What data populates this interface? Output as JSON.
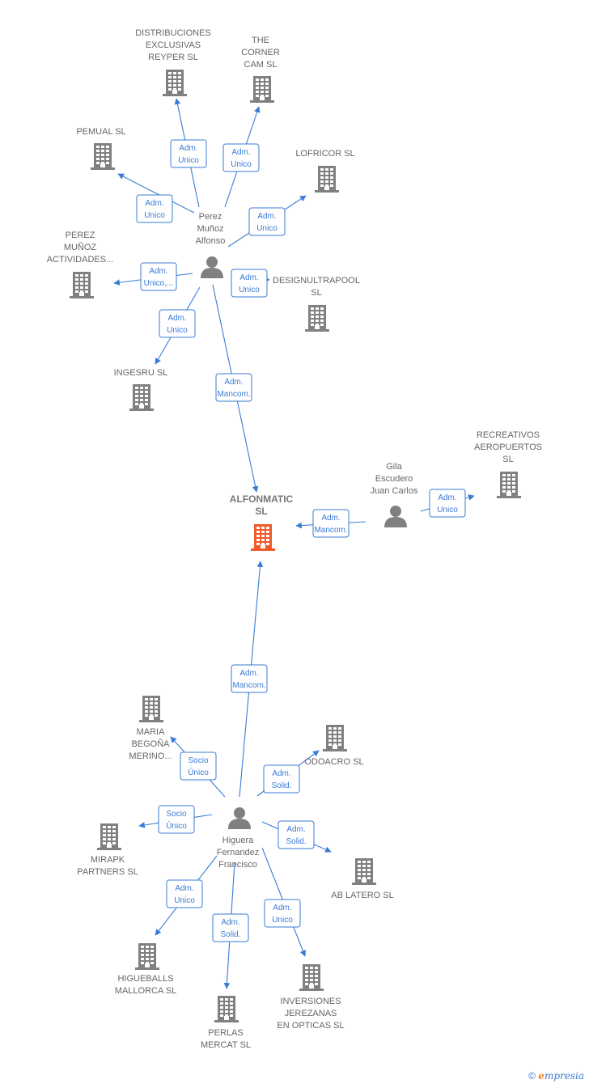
{
  "colors": {
    "edge": "#3a7bd5",
    "node": "#808080",
    "main_node": "#f05a28",
    "text": "#666666"
  },
  "nodes": [
    {
      "id": "distribuciones",
      "type": "company",
      "label": [
        "DISTRIBUCIONES",
        "EXCLUSIVAS",
        "REYPER  SL"
      ]
    },
    {
      "id": "corner",
      "type": "company",
      "label": [
        "THE",
        "CORNER",
        "CAM  SL"
      ]
    },
    {
      "id": "pemual",
      "type": "company",
      "label": [
        "PEMUAL  SL"
      ]
    },
    {
      "id": "lofricor",
      "type": "company",
      "label": [
        "LOFRICOR  SL"
      ]
    },
    {
      "id": "perez_munoz_act",
      "type": "company",
      "label": [
        "PEREZ",
        "MUÑOZ",
        "ACTIVIDADES..."
      ]
    },
    {
      "id": "perez",
      "type": "person",
      "label": [
        "Perez",
        "Muñoz",
        "Alfonso"
      ]
    },
    {
      "id": "designultrapool",
      "type": "company",
      "label": [
        "DESIGNULTRAPOOL",
        "SL"
      ]
    },
    {
      "id": "ingesru",
      "type": "company",
      "label": [
        "INGESRU  SL"
      ]
    },
    {
      "id": "recreativos",
      "type": "company",
      "label": [
        "RECREATIVOS",
        "AEROPUERTOS",
        "SL"
      ]
    },
    {
      "id": "gila",
      "type": "person",
      "label": [
        "Gila",
        "Escudero",
        "Juan Carlos"
      ]
    },
    {
      "id": "alfonmatic",
      "type": "main",
      "label": [
        "ALFONMATIC",
        "SL"
      ]
    },
    {
      "id": "maria",
      "type": "company",
      "label": [
        "MARIA",
        "BEGOÑA",
        "MERINO..."
      ]
    },
    {
      "id": "odoacro",
      "type": "company",
      "label": [
        "ODOACRO SL"
      ]
    },
    {
      "id": "higuera",
      "type": "person",
      "label": [
        "Higuera",
        "Fernandez",
        "Francisco"
      ]
    },
    {
      "id": "mirapk",
      "type": "company",
      "label": [
        "MIRAPK",
        "PARTNERS  SL"
      ]
    },
    {
      "id": "ablatero",
      "type": "company",
      "label": [
        "AB LATERO SL"
      ]
    },
    {
      "id": "higueballs",
      "type": "company",
      "label": [
        "HIGUEBALLS",
        "MALLORCA  SL"
      ]
    },
    {
      "id": "perlas",
      "type": "company",
      "label": [
        "PERLAS",
        "MERCAT  SL"
      ]
    },
    {
      "id": "inversiones",
      "type": "company",
      "label": [
        "INVERSIONES",
        "JEREZANAS",
        "EN OPTICAS SL"
      ]
    }
  ],
  "edges": [
    {
      "from": "perez",
      "to": "distribuciones",
      "label": [
        "Adm.",
        "Unico"
      ]
    },
    {
      "from": "perez",
      "to": "corner",
      "label": [
        "Adm.",
        "Unico"
      ]
    },
    {
      "from": "perez",
      "to": "pemual",
      "label": [
        "Adm.",
        "Unico"
      ]
    },
    {
      "from": "perez",
      "to": "lofricor",
      "label": [
        "Adm.",
        "Unico"
      ]
    },
    {
      "from": "perez",
      "to": "perez_munoz_act",
      "label": [
        "Adm.",
        "Unico,..."
      ]
    },
    {
      "from": "perez",
      "to": "designultrapool",
      "label": [
        "Adm.",
        "Unico"
      ]
    },
    {
      "from": "perez",
      "to": "ingesru",
      "label": [
        "Adm.",
        "Unico"
      ]
    },
    {
      "from": "perez",
      "to": "alfonmatic",
      "label": [
        "Adm.",
        "Mancom."
      ]
    },
    {
      "from": "gila",
      "to": "alfonmatic",
      "label": [
        "Adm.",
        "Mancom."
      ]
    },
    {
      "from": "gila",
      "to": "recreativos",
      "label": [
        "Adm.",
        "Unico"
      ]
    },
    {
      "from": "higuera",
      "to": "alfonmatic",
      "label": [
        "Adm.",
        "Mancom."
      ]
    },
    {
      "from": "higuera",
      "to": "maria",
      "label": [
        "Socio",
        "Único"
      ]
    },
    {
      "from": "higuera",
      "to": "odoacro",
      "label": [
        "Adm.",
        "Solid."
      ]
    },
    {
      "from": "higuera",
      "to": "mirapk",
      "label": [
        "Socio",
        "Único"
      ]
    },
    {
      "from": "higuera",
      "to": "ablatero",
      "label": [
        "Adm.",
        "Solid."
      ]
    },
    {
      "from": "higuera",
      "to": "higueballs",
      "label": [
        "Adm.",
        "Unico"
      ]
    },
    {
      "from": "higuera",
      "to": "perlas",
      "label": [
        "Adm.",
        "Solid."
      ]
    },
    {
      "from": "higuera",
      "to": "inversiones",
      "label": [
        "Adm.",
        "Unico"
      ]
    }
  ],
  "footer": {
    "copyright": "©",
    "brand_initial": "e",
    "brand_rest": "mpresia"
  }
}
